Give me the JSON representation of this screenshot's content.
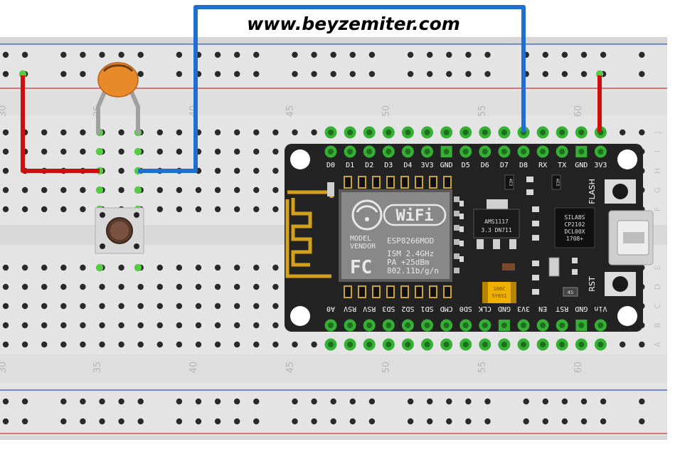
{
  "site_url": "www.beyzemiter.com",
  "breadboard": {
    "column_numbers": [
      "30",
      "35",
      "40",
      "45",
      "50",
      "55",
      "60"
    ],
    "row_letters": [
      "J",
      "I",
      "H",
      "G",
      "F",
      "E",
      "D",
      "C",
      "B",
      "A"
    ]
  },
  "board": {
    "top_pins": [
      "D0",
      "D1",
      "D2",
      "D3",
      "D4",
      "3V3",
      "GND",
      "D5",
      "D6",
      "D7",
      "D8",
      "RX",
      "TX",
      "GND",
      "3V3"
    ],
    "bottom_pins": [
      "A0",
      "RSV",
      "RSV",
      "SD3",
      "SD2",
      "SD1",
      "CMD",
      "SD0",
      "CLK",
      "GND",
      "3V3",
      "EN",
      "RST",
      "GND",
      "Vin"
    ],
    "module": {
      "wifi": "WiFi",
      "model": "MODEL",
      "vendor": "VENDOR",
      "name": "ESP8266MOD",
      "fc": "FC",
      "spec1": "ISM 2.4GHz",
      "spec2": "PA  +25dBm",
      "spec3": "802.11b/g/n"
    },
    "regulator": {
      "line1": "AMS1117",
      "line2": "3.3  DN711"
    },
    "usb_chip": {
      "line1": "SILABS",
      "line2": "CP2102",
      "line3": "DCL00X",
      "line4": "1708+"
    },
    "flash_label": "FLASH",
    "rst_label": "RST",
    "tantalum": {
      "line1": "106C",
      "line2": "5Y651"
    },
    "small_parts": {
      "r1": "4E3",
      "r2": "4E3",
      "r3": "4S"
    }
  },
  "colors": {
    "red_wire": "#cc1010",
    "blue_wire": "#1f6fd0",
    "board": "#232323",
    "pin_green": "#35b035",
    "capacitor": "#e8892a"
  }
}
